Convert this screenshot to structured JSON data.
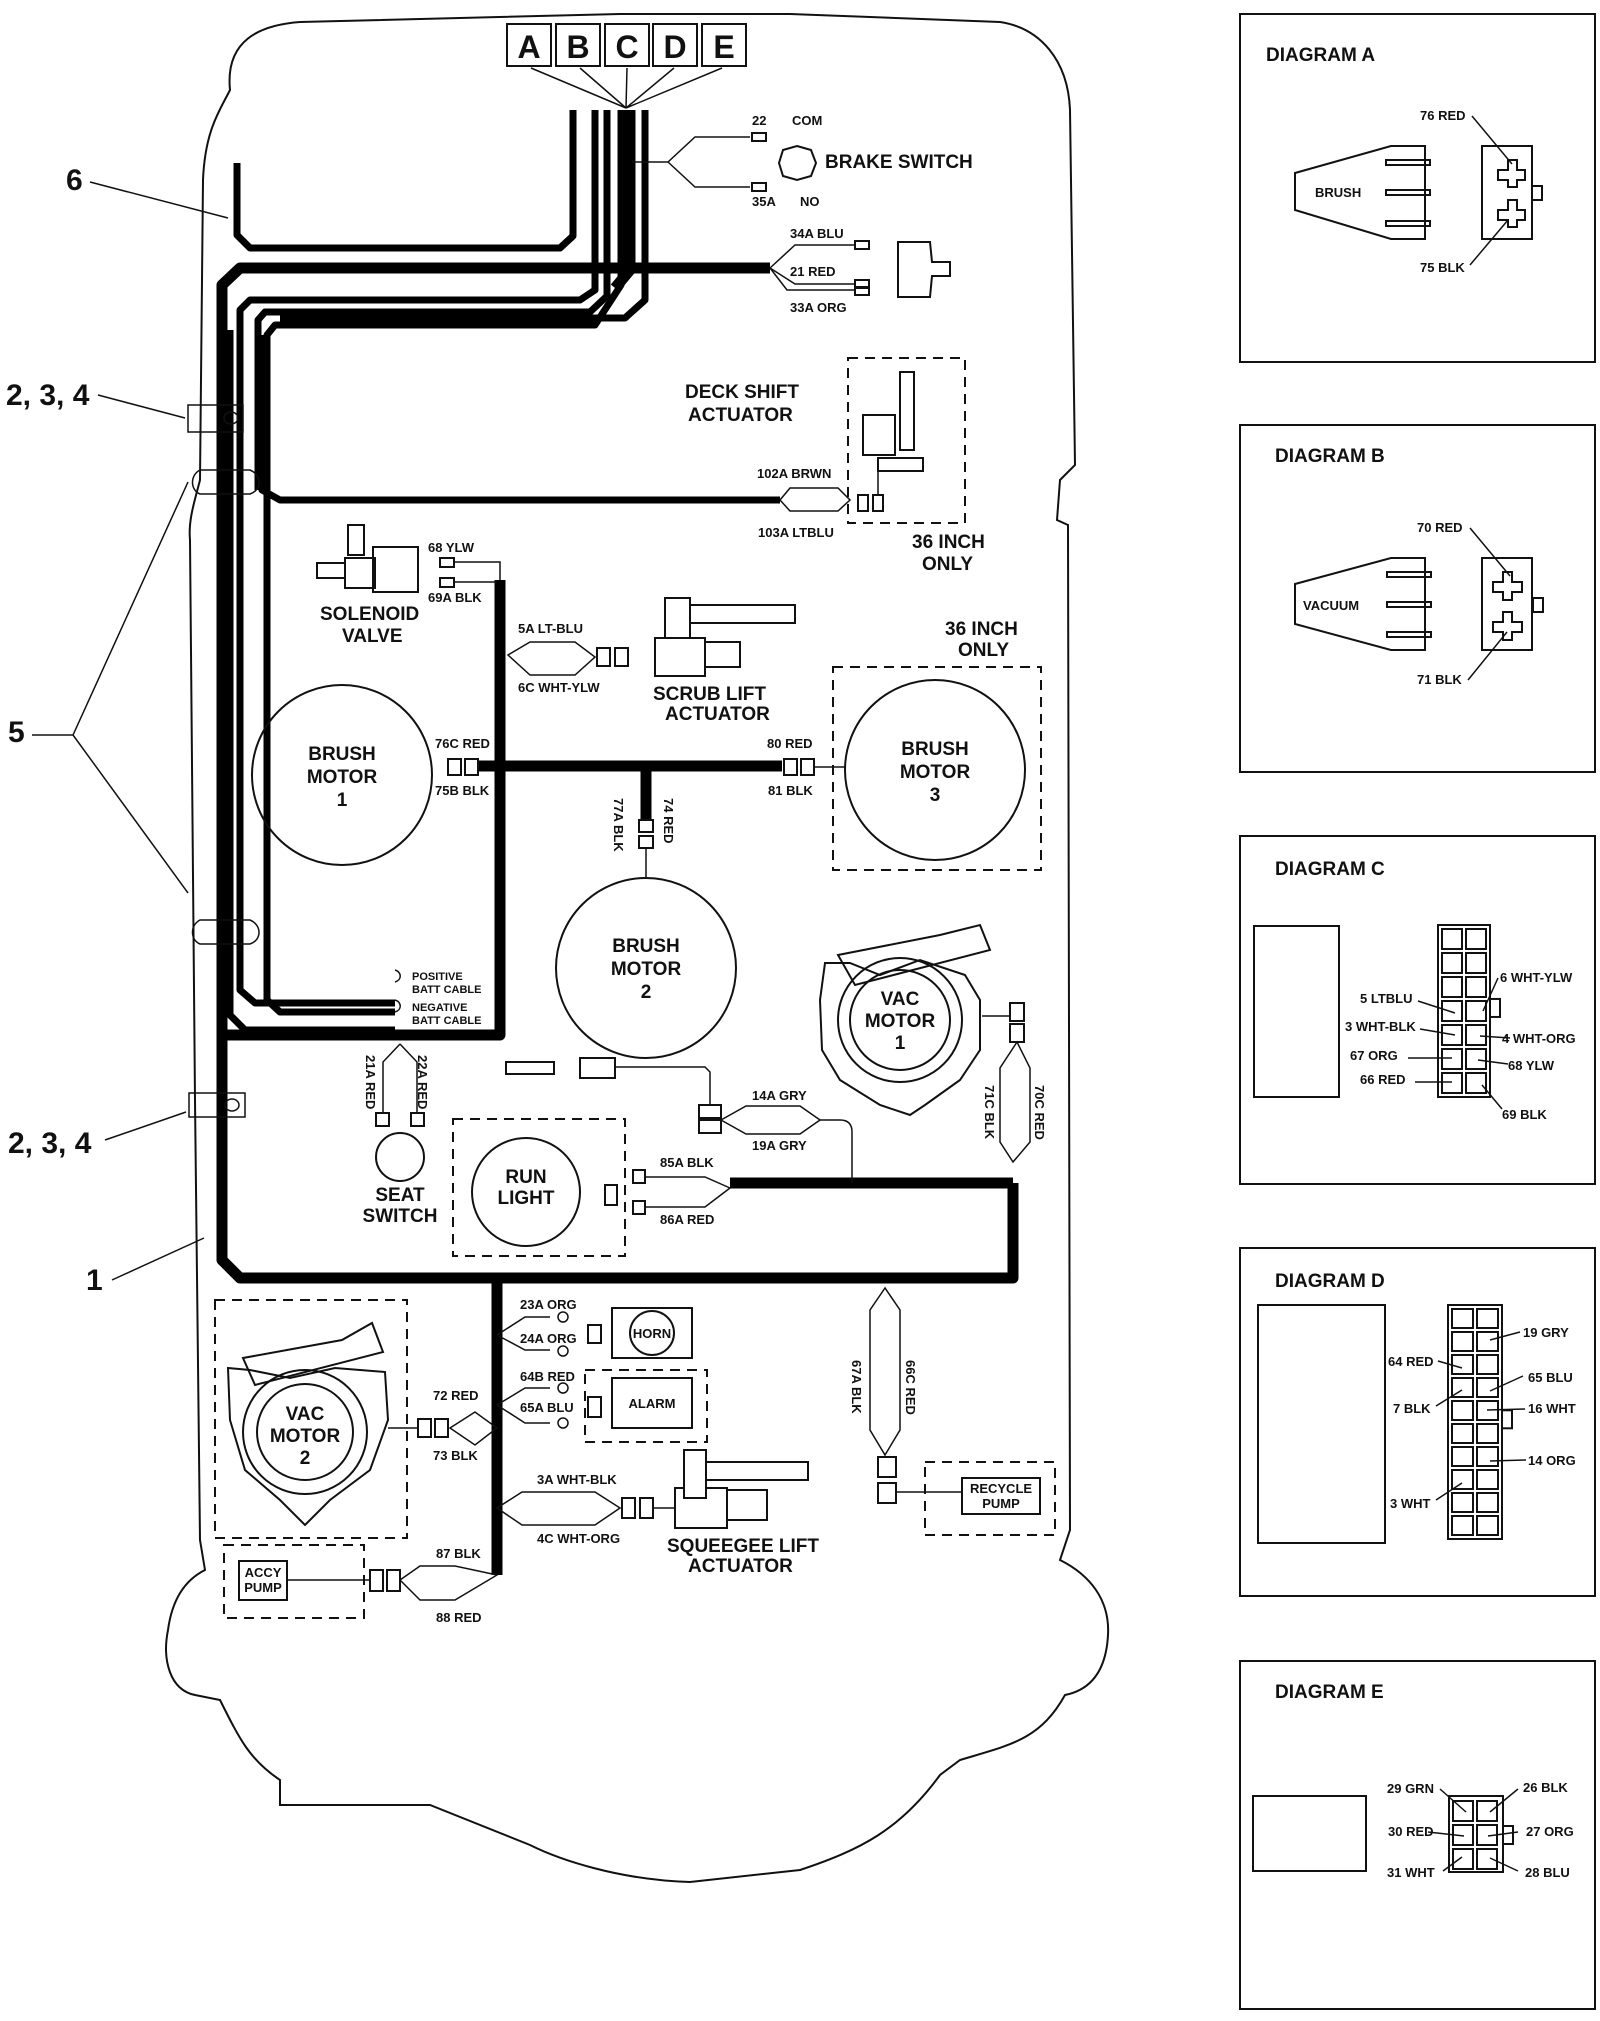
{
  "harness_callouts": {
    "connector_letters": [
      "A",
      "B",
      "C",
      "D",
      "E"
    ],
    "item_6": "6",
    "item_2_3_4_upper": "2, 3, 4",
    "item_5": "5",
    "item_2_3_4_lower": "2, 3, 4",
    "item_1": "1"
  },
  "brake_switch": {
    "label": "BRAKE SWITCH",
    "com": "COM",
    "no": "NO",
    "wire_top": "22",
    "wire_bottom": "35A"
  },
  "key_switch": {
    "wires": [
      "34A BLU",
      "21 RED",
      "33A ORG"
    ]
  },
  "deck_shift_actuator": {
    "label_line1": "DECK SHIFT",
    "label_line2": "ACTUATOR",
    "wire_top": "102A BRWN",
    "wire_bottom": "103A LTBLU",
    "note_line1": "36 INCH",
    "note_line2": "ONLY"
  },
  "solenoid_valve": {
    "label_line1": "SOLENOID",
    "label_line2": "VALVE",
    "wire_top": "68 YLW",
    "wire_bottom": "69A BLK"
  },
  "scrub_lift_actuator": {
    "label_line1": "SCRUB LIFT",
    "label_line2": "ACTUATOR",
    "wire_top": "5A LT-BLU",
    "wire_bottom": "6C WHT-YLW"
  },
  "brush_motor_1": {
    "line1": "BRUSH",
    "line2": "MOTOR",
    "line3": "1",
    "wire_top": "76C RED",
    "wire_bottom": "75B BLK"
  },
  "brush_motor_2": {
    "line1": "BRUSH",
    "line2": "MOTOR",
    "line3": "2",
    "wire_left": "77A BLK",
    "wire_right": "74 RED"
  },
  "brush_motor_3": {
    "line1": "BRUSH",
    "line2": "MOTOR",
    "line3": "3",
    "wire_top": "80 RED",
    "wire_bottom": "81 BLK",
    "note_line1": "36 INCH",
    "note_line2": "ONLY"
  },
  "battery_cables": {
    "positive_line1": "POSITIVE",
    "positive_line2": "BATT CABLE",
    "negative_line1": "NEGATIVE",
    "negative_line2": "BATT CABLE"
  },
  "seat_switch": {
    "line1": "SEAT",
    "line2": "SWITCH",
    "wire_left": "21A RED",
    "wire_right": "22A RED"
  },
  "sensor_wires": {
    "wire_top": "14A GRY",
    "wire_bottom": "19A GRY"
  },
  "run_light": {
    "line1": "RUN",
    "line2": "LIGHT",
    "wire_top": "85A BLK",
    "wire_bottom": "86A RED"
  },
  "vac_motor_1": {
    "line1": "VAC",
    "line2": "MOTOR",
    "line3": "1",
    "wire_left": "71C BLK",
    "wire_right": "70C RED"
  },
  "vac_motor_2": {
    "line1": "VAC",
    "line2": "MOTOR",
    "line3": "2",
    "wire_top": "72 RED",
    "wire_bottom": "73 BLK"
  },
  "horn": {
    "label": "HORN",
    "wire_top": "23A ORG",
    "wire_bottom": "24A ORG"
  },
  "alarm": {
    "label": "ALARM",
    "wire_top": "64B RED",
    "wire_bottom": "65A BLU"
  },
  "squeegee_lift_actuator": {
    "label_line1": "SQUEEGEE LIFT",
    "label_line2": "ACTUATOR",
    "wire_top": "3A WHT-BLK",
    "wire_bottom": "4C WHT-ORG"
  },
  "recycle_pump": {
    "line1": "RECYCLE",
    "line2": "PUMP",
    "wire_left": "67A BLK",
    "wire_right": "66C RED"
  },
  "accy_pump": {
    "line1": "ACCY",
    "line2": "PUMP",
    "wire_top": "87 BLK",
    "wire_bottom": "88 RED"
  },
  "diagrams": {
    "a": {
      "title": "DIAGRAM A",
      "plug_label": "BRUSH",
      "pins": [
        "76 RED",
        "75 BLK"
      ]
    },
    "b": {
      "title": "DIAGRAM B",
      "plug_label": "VACUUM",
      "pins": [
        "70 RED",
        "71 BLK"
      ]
    },
    "c": {
      "title": "DIAGRAM C",
      "pins_left": [
        "5 LTBLU",
        "3 WHT-BLK",
        "67 ORG",
        "66 RED"
      ],
      "pins_right": [
        "6 WHT-YLW",
        "4 WHT-ORG",
        "68 YLW",
        "69 BLK"
      ]
    },
    "d": {
      "title": "DIAGRAM D",
      "pins_left": [
        "64 RED",
        "7 BLK",
        "3 WHT"
      ],
      "pins_right": [
        "19 GRY",
        "65 BLU",
        "16 WHT",
        "14 ORG"
      ]
    },
    "e": {
      "title": "DIAGRAM E",
      "pins_left": [
        "29 GRN",
        "30 RED",
        "31 WHT"
      ],
      "pins_right": [
        "26 BLK",
        "27 ORG",
        "28 BLU"
      ]
    }
  }
}
